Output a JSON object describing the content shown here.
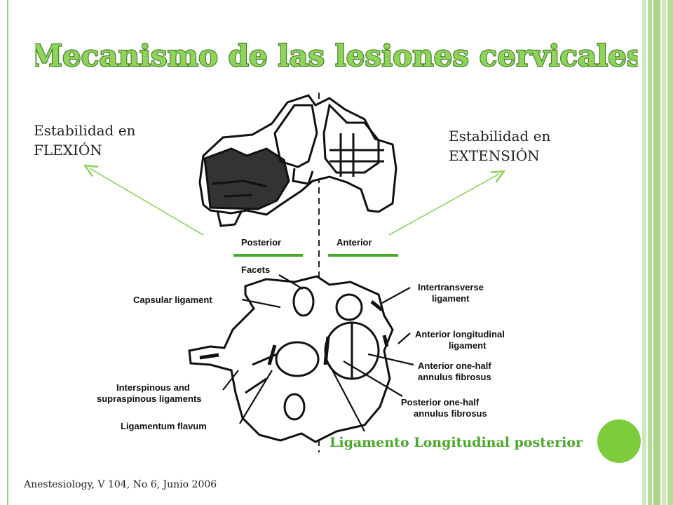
{
  "slide": {
    "title": "Mecanismo de las lesiones cervicales",
    "flexion_label_line1": "Estabilidad en",
    "flexion_label_line2": "FLEXIÓN",
    "extension_label_line1": "Estabilidad en",
    "extension_label_line2": "EXTENSIÓN",
    "ligamento_label": "Ligamento Longitudinal posterior",
    "citation": "Anestesiology, V 104, No 6, Junio 2006"
  },
  "diagram": {
    "posterior_label": "Posterior",
    "anterior_label": "Anterior",
    "annotations": {
      "facets": "Facets",
      "capsular": "Capsular ligament",
      "intertransverse_1": "Intertransverse",
      "intertransverse_2": "ligament",
      "anterior_long_1": "Anterior longitudinal",
      "anterior_long_2": "ligament",
      "anterior_half_1": "Anterior one-half",
      "anterior_half_2": "annulus fibrosus",
      "posterior_half_1": "Posterior one-half",
      "posterior_half_2": "annulus fibrosus",
      "interspinous_1": "Interspinous and",
      "interspinous_2": "supraspinous ligaments",
      "flavum": "Ligamentum flavum"
    }
  },
  "colors": {
    "title_fill": "#8fd45a",
    "title_outline": "#3e7a1e",
    "accent_green": "#4aa82a",
    "arrow_green": "#8fd45a",
    "dot_green": "#7ccc3c"
  }
}
